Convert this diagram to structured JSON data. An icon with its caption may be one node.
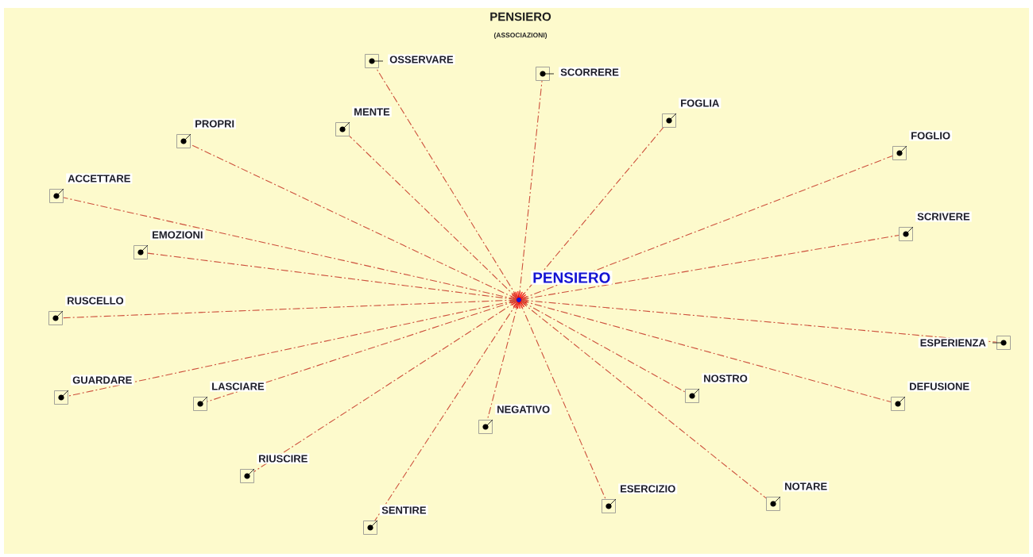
{
  "diagram": {
    "title": "PENSIERO",
    "nodes": [
      {
        "text": [
          "PENSIERO"
        ]
      },
      {
        "text": [
          "OSSERVARE"
        ]
      },
      {
        "text": [
          "SCORRERE"
        ]
      },
      {
        "text": [
          "FOGLIA"
        ]
      },
      {
        "text": [
          "MENTE"
        ]
      },
      {
        "text": [
          "PROPRI"
        ]
      },
      {
        "text": [
          "FOGLIO"
        ]
      },
      {
        "text": [
          "ACCETTARE"
        ]
      },
      {
        "text": [
          "SCRIVERE"
        ]
      },
      {
        "text": [
          "EMOZIONI"
        ]
      },
      {
        "text": [
          "RUSCELLO"
        ]
      },
      {
        "text": [
          "ESPERIENZA"
        ]
      },
      {
        "text": [
          "GUARDARE"
        ]
      },
      {
        "text": [
          "LASCIARE"
        ]
      },
      {
        "text": [
          "NOSTRO"
        ]
      },
      {
        "text": [
          "DEFUSIONE"
        ]
      },
      {
        "text": [
          "NEGATIVO"
        ]
      },
      {
        "text": [
          "RIUSCIRE"
        ]
      },
      {
        "text": [
          "NOTARE"
        ]
      },
      {
        "text": [
          "ESERCIZIO"
        ]
      },
      {
        "text": [
          "SENTIRE"
        ]
      }
    ],
    "edges": [
      {
        "from": 0,
        "to": 1,
        "arrow": "none"
      },
      {
        "from": 0,
        "to": 2,
        "arrow": "none"
      },
      {
        "from": 0,
        "to": 3,
        "arrow": "none"
      },
      {
        "from": 0,
        "to": 4,
        "arrow": "none"
      },
      {
        "from": 0,
        "to": 5,
        "arrow": "none"
      },
      {
        "from": 0,
        "to": 6,
        "arrow": "none"
      },
      {
        "from": 0,
        "to": 7,
        "arrow": "none"
      },
      {
        "from": 0,
        "to": 8,
        "arrow": "none"
      },
      {
        "from": 0,
        "to": 9,
        "arrow": "none"
      },
      {
        "from": 0,
        "to": 10,
        "arrow": "none"
      },
      {
        "from": 0,
        "to": 11,
        "arrow": "none"
      },
      {
        "from": 0,
        "to": 12,
        "arrow": "none"
      },
      {
        "from": 0,
        "to": 13,
        "arrow": "none"
      },
      {
        "from": 0,
        "to": 14,
        "arrow": "none"
      },
      {
        "from": 0,
        "to": 15,
        "arrow": "none"
      },
      {
        "from": 0,
        "to": 16,
        "arrow": "none"
      },
      {
        "from": 0,
        "to": 17,
        "arrow": "none"
      },
      {
        "from": 0,
        "to": 18,
        "arrow": "none"
      },
      {
        "from": 0,
        "to": 19,
        "arrow": "none"
      },
      {
        "from": 0,
        "to": 20,
        "arrow": "none"
      }
    ],
    "labels": [
      "(ASSOCIAZIONI)"
    ]
  }
}
